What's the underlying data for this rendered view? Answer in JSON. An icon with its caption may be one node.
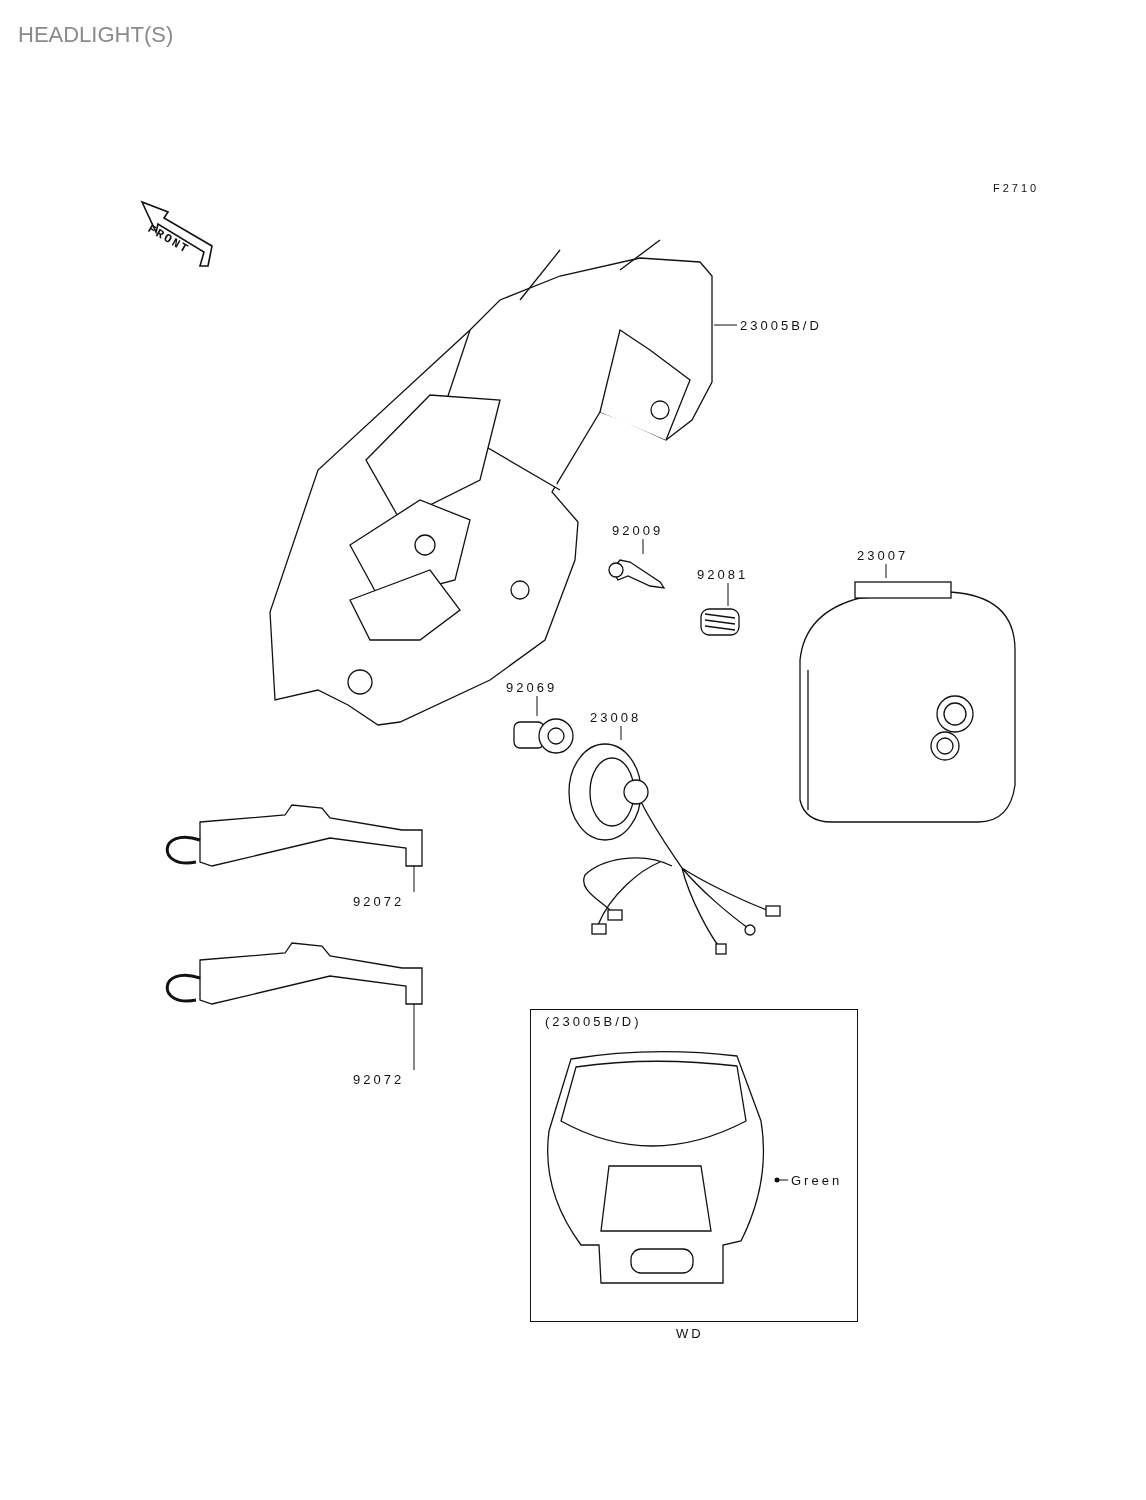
{
  "diagram": {
    "title": "HEADLIGHT(S)",
    "nodes": [
      {
        "text": [
          "23005B/D"
        ]
      },
      {
        "text": [],
        "shape": "picture"
      },
      {
        "text": [
          "92009"
        ]
      },
      {
        "text": [],
        "shape": "picture"
      },
      {
        "text": [
          "92081"
        ]
      },
      {
        "text": [],
        "shape": "picture"
      },
      {
        "text": [
          "23007"
        ]
      },
      {
        "text": [],
        "shape": "picture"
      },
      {
        "text": [
          "92069"
        ]
      },
      {
        "text": [],
        "shape": "picture"
      },
      {
        "text": [
          "23008"
        ]
      },
      {
        "text": [],
        "shape": "picture"
      },
      {
        "text": [
          "92072"
        ]
      },
      {
        "text": [],
        "shape": "picture"
      },
      {
        "text": [
          "92072"
        ]
      },
      {
        "text": [],
        "shape": "picture"
      },
      {
        "text": [
          "(23005B/D)"
        ],
        "beside": [
          "WD"
        ]
      },
      {
        "text": [
          "Green"
        ],
        "in": 16
      },
      {
        "text": [],
        "shape": "picture",
        "in": 16
      }
    ],
    "edges": [
      {
        "from": 0,
        "to": 1,
        "arrow": "none"
      },
      {
        "from": 2,
        "to": 3,
        "arrow": "none"
      },
      {
        "from": 4,
        "to": 5,
        "arrow": "none"
      },
      {
        "from": 6,
        "to": 7,
        "arrow": "none"
      },
      {
        "from": 8,
        "to": 9,
        "arrow": "none"
      },
      {
        "from": 10,
        "to": 11,
        "arrow": "none"
      },
      {
        "from": 12,
        "to": 13,
        "arrow": "none"
      },
      {
        "from": 14,
        "to": 15,
        "arrow": "none"
      },
      {
        "from": 17,
        "to": 18,
        "arrow": "other"
      }
    ],
    "labels": [
      "F2710",
      "FRONT"
    ]
  }
}
